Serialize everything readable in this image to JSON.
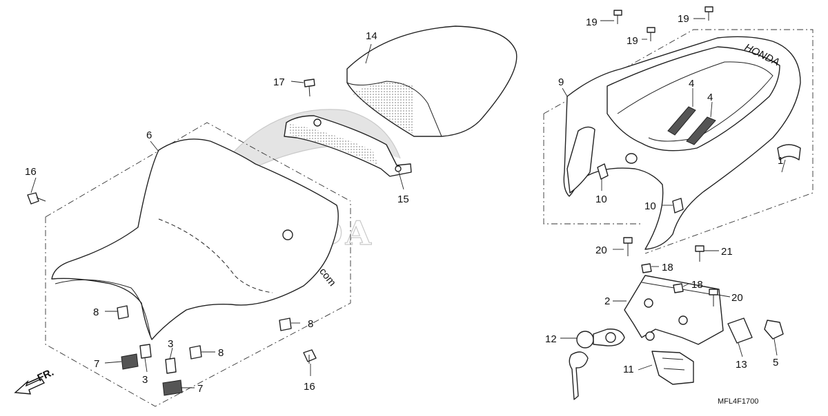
{
  "diagram": {
    "part_code": "MFL4F1700",
    "watermark_brand": "HONDA",
    "watermark_site": "partzilla.com",
    "front_indicator": "FR.",
    "emblem_text": "HONDA",
    "callouts": {
      "c1": "1",
      "c2": "2",
      "c3a": "3",
      "c3b": "3",
      "c4a": "4",
      "c4b": "4",
      "c5": "5",
      "c6": "6",
      "c7a": "7",
      "c7b": "7",
      "c8a": "8",
      "c8b": "8",
      "c8c": "8",
      "c9": "9",
      "c10a": "10",
      "c10b": "10",
      "c11": "11",
      "c12": "12",
      "c13": "13",
      "c14": "14",
      "c15": "15",
      "c16a": "16",
      "c16b": "16",
      "c17": "17",
      "c18a": "18",
      "c18b": "18",
      "c19a": "19",
      "c19b": "19",
      "c19c": "19",
      "c20a": "20",
      "c20b": "20",
      "c21": "21"
    }
  }
}
